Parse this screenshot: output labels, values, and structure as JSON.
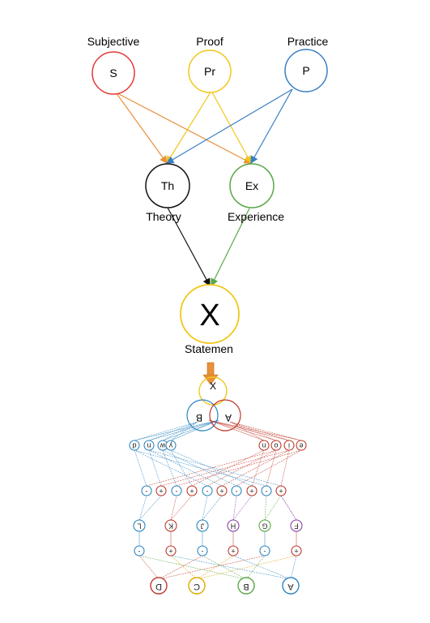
{
  "top_nodes": {
    "subjective": {
      "letter": "S",
      "caption": "Subjective",
      "color": "#e53935"
    },
    "proof": {
      "letter": "Pr",
      "caption": "Proof",
      "color": "#f2c618"
    },
    "practice": {
      "letter": "P",
      "caption": "Practice",
      "color": "#3a7fc4"
    }
  },
  "middle_nodes": {
    "theory": {
      "letter": "Th",
      "caption": "Theory",
      "color": "#111111"
    },
    "experience": {
      "letter": "Ex",
      "caption": "Experience",
      "color": "#5aa746"
    }
  },
  "statement": {
    "letter": "X",
    "caption": "Statemen",
    "color": "#f2c618"
  },
  "arrow_color": "#e8913a",
  "network": {
    "venn": {
      "top": "X",
      "left": "B",
      "right": "A"
    },
    "row_letters_left": [
      "d",
      "n",
      "w",
      "y"
    ],
    "row_letters_right": [
      "n",
      "o",
      "i",
      "e"
    ],
    "sign_row": [
      "-",
      "+",
      "-",
      "+",
      "-",
      "+",
      "-",
      "+",
      "-",
      "+"
    ],
    "mid_letters": [
      "L",
      "K",
      "J",
      "H",
      "G",
      "F"
    ],
    "mid_signs": [
      "-",
      "+",
      "-",
      "+",
      "-",
      "+"
    ],
    "bottom_letters": [
      "D",
      "C",
      "B",
      "A"
    ],
    "colors": {
      "red": "#c0392b",
      "blue": "#2e86c1",
      "yellow": "#e0a800",
      "green": "#5aa746",
      "purple": "#8e44ad"
    }
  }
}
